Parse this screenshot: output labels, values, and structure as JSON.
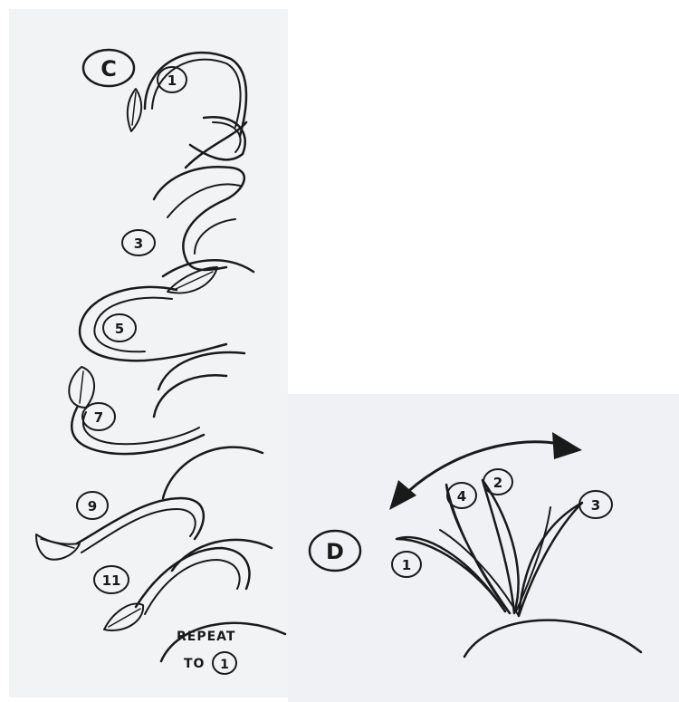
{
  "panel_c": {
    "label": "C",
    "steps": [
      "1",
      "3",
      "5",
      "7",
      "9",
      "11"
    ],
    "repeat_text": "REPEAT",
    "to_text": "TO",
    "to_step": "1"
  },
  "panel_d": {
    "label": "D",
    "steps": [
      "1",
      "4",
      "2",
      "3"
    ]
  },
  "colors": {
    "ink": "#1a1a1a",
    "paper": "#f2f3f5"
  }
}
